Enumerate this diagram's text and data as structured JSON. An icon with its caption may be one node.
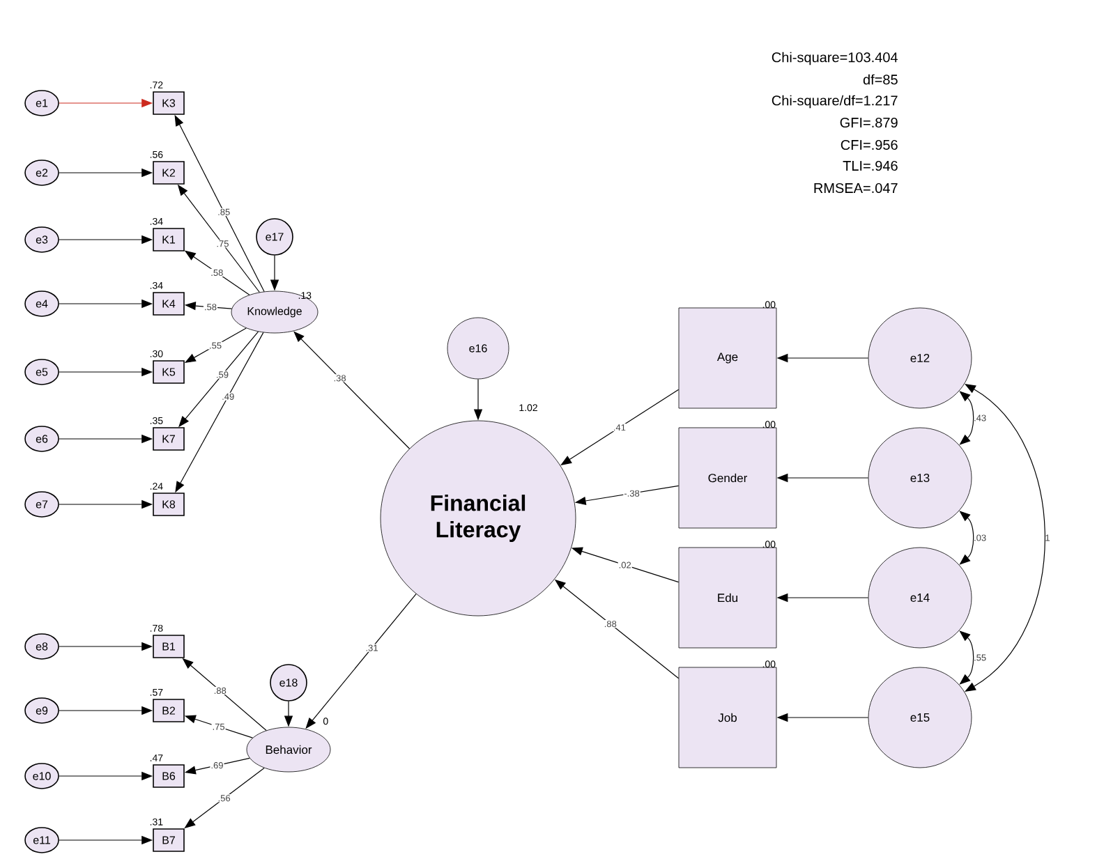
{
  "diagram": {
    "nodes": [
      {
        "text": [
          "e1"
        ]
      },
      {
        "text": [
          "e2"
        ]
      },
      {
        "text": [
          "e3"
        ]
      },
      {
        "text": [
          "e4"
        ]
      },
      {
        "text": [
          "e5"
        ]
      },
      {
        "text": [
          "e6"
        ]
      },
      {
        "text": [
          "e7"
        ]
      },
      {
        "text": [
          "K3"
        ],
        "beside": [
          ".72"
        ]
      },
      {
        "text": [
          "K2"
        ],
        "beside": [
          ".56"
        ]
      },
      {
        "text": [
          "K1"
        ],
        "beside": [
          ".34"
        ]
      },
      {
        "text": [
          "K4"
        ],
        "beside": [
          ".34"
        ]
      },
      {
        "text": [
          "K5"
        ],
        "beside": [
          ".30"
        ]
      },
      {
        "text": [
          "K7"
        ],
        "beside": [
          ".35"
        ]
      },
      {
        "text": [
          "K8"
        ],
        "beside": [
          ".24"
        ]
      },
      {
        "text": [
          "e17"
        ]
      },
      {
        "text": [
          "Knowledge"
        ],
        "beside": [
          ".13"
        ]
      },
      {
        "text": [
          "e16"
        ]
      },
      {
        "text": [
          "Financial Literacy"
        ],
        "beside": [
          "1.02"
        ]
      },
      {
        "text": [
          "Age"
        ],
        "beside": [
          ".00"
        ]
      },
      {
        "text": [
          "Gender"
        ],
        "beside": [
          ".00"
        ]
      },
      {
        "text": [
          "Edu"
        ],
        "beside": [
          ".00"
        ]
      },
      {
        "text": [
          "Job"
        ],
        "beside": [
          ".00"
        ]
      },
      {
        "text": [
          "e12"
        ]
      },
      {
        "text": [
          "e13"
        ]
      },
      {
        "text": [
          "e14"
        ]
      },
      {
        "text": [
          "e15"
        ]
      },
      {
        "text": [
          "e8"
        ]
      },
      {
        "text": [
          "e9"
        ]
      },
      {
        "text": [
          "e10"
        ]
      },
      {
        "text": [
          "e11"
        ]
      },
      {
        "text": [
          "B1"
        ],
        "beside": [
          ".78"
        ]
      },
      {
        "text": [
          "B2"
        ],
        "beside": [
          ".57"
        ]
      },
      {
        "text": [
          "B6"
        ],
        "beside": [
          ".47"
        ]
      },
      {
        "text": [
          "B7"
        ],
        "beside": [
          ".31"
        ]
      },
      {
        "text": [
          "e18"
        ]
      },
      {
        "text": [
          "Behavior"
        ],
        "beside": [
          "0"
        ]
      }
    ],
    "edges": [
      {
        "from": 0,
        "to": 7,
        "arrow": "to",
        "color": "#cc2a1e"
      },
      {
        "from": 1,
        "to": 8,
        "arrow": "to"
      },
      {
        "from": 2,
        "to": 9,
        "arrow": "to"
      },
      {
        "from": 3,
        "to": 10,
        "arrow": "to"
      },
      {
        "from": 4,
        "to": 11,
        "arrow": "to"
      },
      {
        "from": 5,
        "to": 12,
        "arrow": "to"
      },
      {
        "from": 6,
        "to": 13,
        "arrow": "to"
      },
      {
        "from": 15,
        "to": 7,
        "arrow": "to",
        "label": ".85"
      },
      {
        "from": 15,
        "to": 8,
        "arrow": "to",
        "label": ".75"
      },
      {
        "from": 15,
        "to": 9,
        "arrow": "to",
        "label": ".58"
      },
      {
        "from": 15,
        "to": 10,
        "arrow": "to",
        "label": ".58"
      },
      {
        "from": 15,
        "to": 11,
        "arrow": "to",
        "label": ".55"
      },
      {
        "from": 15,
        "to": 12,
        "arrow": "to",
        "label": ".59"
      },
      {
        "from": 15,
        "to": 13,
        "arrow": "to",
        "label": ".49"
      },
      {
        "from": 14,
        "to": 15,
        "arrow": "to"
      },
      {
        "from": 17,
        "to": 15,
        "arrow": "to",
        "label": ".38"
      },
      {
        "from": 16,
        "to": 17,
        "arrow": "to"
      },
      {
        "from": 18,
        "to": 17,
        "arrow": "to",
        "label": ".41"
      },
      {
        "from": 19,
        "to": 17,
        "arrow": "to",
        "label": "-.38"
      },
      {
        "from": 20,
        "to": 17,
        "arrow": "to",
        "label": ".02"
      },
      {
        "from": 21,
        "to": 17,
        "arrow": "to",
        "label": ".88"
      },
      {
        "from": 22,
        "to": 18,
        "arrow": "to"
      },
      {
        "from": 23,
        "to": 19,
        "arrow": "to"
      },
      {
        "from": 24,
        "to": 20,
        "arrow": "to"
      },
      {
        "from": 25,
        "to": 21,
        "arrow": "to"
      },
      {
        "from": 22,
        "to": 23,
        "arrow": "both",
        "label": ".43"
      },
      {
        "from": 23,
        "to": 24,
        "arrow": "both",
        "label": ".03"
      },
      {
        "from": 24,
        "to": 25,
        "arrow": "both",
        "label": ".55"
      },
      {
        "from": 22,
        "to": 25,
        "arrow": "both",
        "label": "1"
      },
      {
        "from": 17,
        "to": 35,
        "arrow": "to",
        "label": ".31"
      },
      {
        "from": 34,
        "to": 35,
        "arrow": "to"
      },
      {
        "from": 35,
        "to": 30,
        "arrow": "to",
        "label": ".88"
      },
      {
        "from": 35,
        "to": 31,
        "arrow": "to",
        "label": ".75"
      },
      {
        "from": 35,
        "to": 32,
        "arrow": "to",
        "label": ".69"
      },
      {
        "from": 35,
        "to": 33,
        "arrow": "to",
        "label": ".56"
      },
      {
        "from": 26,
        "to": 30,
        "arrow": "to"
      },
      {
        "from": 27,
        "to": 31,
        "arrow": "to"
      },
      {
        "from": 28,
        "to": 32,
        "arrow": "to"
      },
      {
        "from": 29,
        "to": 33,
        "arrow": "to"
      }
    ],
    "labels": [
      "Chi-square=103.404",
      "df=85",
      "Chi-square/df=1.217",
      "GFI=.879",
      "CFI=.956",
      "TLI=.946",
      "RMSEA=.047"
    ]
  }
}
